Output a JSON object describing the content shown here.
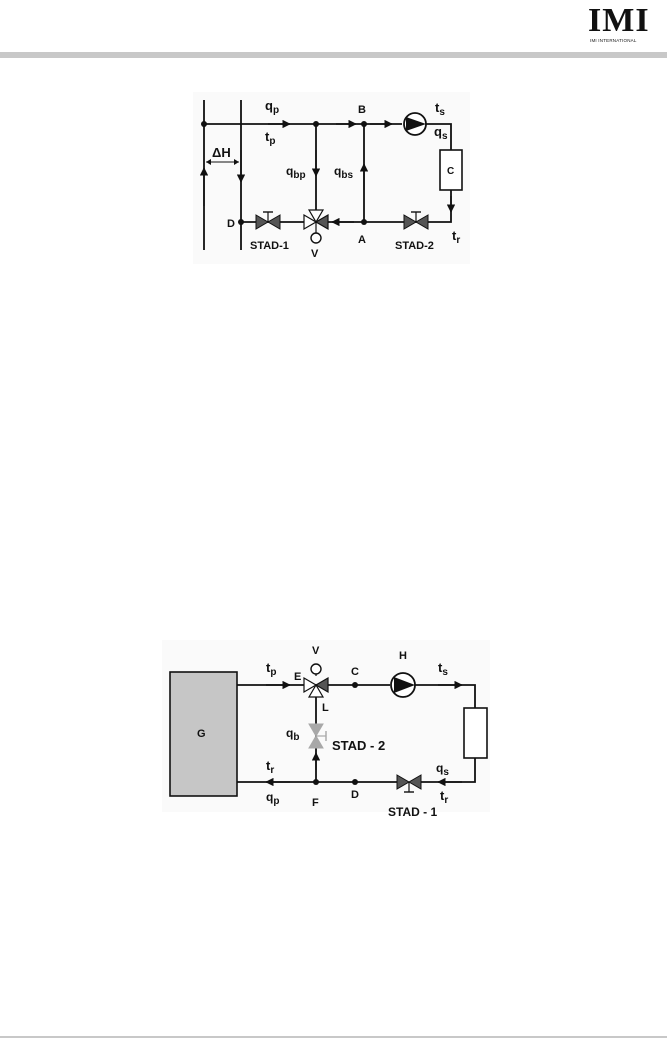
{
  "header": {
    "logo_text": "IMI",
    "logo_subtext": "IMI INTERNATIONAL"
  },
  "diagram1": {
    "q_p": "q",
    "q_p_sub": "p",
    "t_p": "t",
    "t_p_sub": "p",
    "node_B": "B",
    "t_s": "t",
    "t_s_sub": "s",
    "q_s": "q",
    "q_s_sub": "s",
    "delta_h": "ΔH",
    "q_bp": "q",
    "q_bp_sub": "bp",
    "q_bs": "q",
    "q_bs_sub": "bs",
    "coil_C": "C",
    "node_D": "D",
    "node_A": "A",
    "t_r": "t",
    "t_r_sub": "r",
    "stad1": "STAD-1",
    "valve_V": "V",
    "stad2": "STAD-2"
  },
  "diagram2": {
    "valve_V": "V",
    "pump_H": "H",
    "t_p": "t",
    "t_p_sub": "p",
    "node_E": "E",
    "node_C": "C",
    "t_s": "t",
    "t_s_sub": "s",
    "label_L": "L",
    "box_G": "G",
    "q_b": "q",
    "q_b_sub": "b",
    "stad2": "STAD - 2",
    "t_r_left": "t",
    "t_r_left_sub": "r",
    "q_s": "q",
    "q_s_sub": "s",
    "q_p": "q",
    "q_p_sub": "p",
    "node_F": "F",
    "node_D": "D",
    "t_r_right": "t",
    "t_r_right_sub": "r",
    "stad1": "STAD - 1"
  },
  "colors": {
    "line": "#111111",
    "valve_dark": "#555555",
    "valve_light": "#a8a8a8",
    "box_fill": "#c6c6c6",
    "rule": "#c8c8c8",
    "diagram_bg": "#fafafa"
  }
}
